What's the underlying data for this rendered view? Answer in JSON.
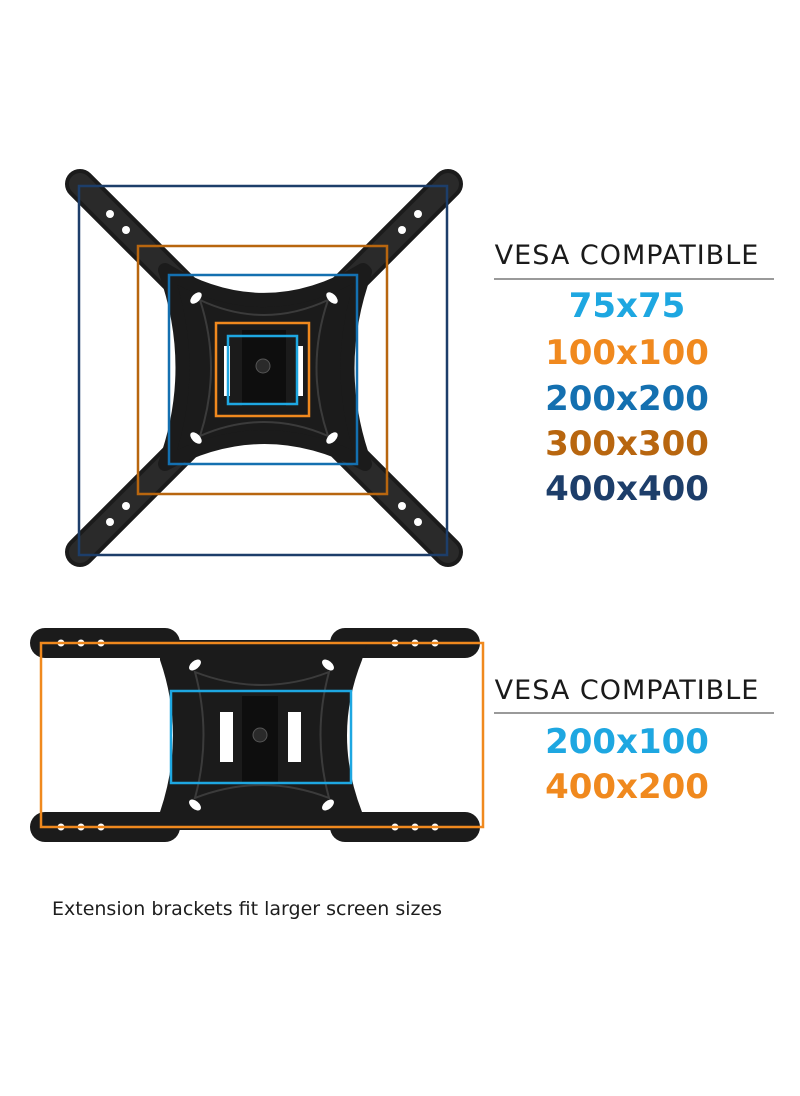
{
  "colors": {
    "vesa_75": "#1ea7e1",
    "vesa_100": "#f0891e",
    "vesa_200": "#1470b0",
    "vesa_300": "#b8660f",
    "vesa_400": "#1d3e6a",
    "mount_black": "#1b1b1b",
    "rule_gray": "#9a9a9a"
  },
  "section_square": {
    "heading": "VESA COMPATIBLE",
    "sizes": [
      {
        "label": "75x75",
        "color": "#1ea7e1"
      },
      {
        "label": "100x100",
        "color": "#f0891e"
      },
      {
        "label": "200x200",
        "color": "#1470b0"
      },
      {
        "label": "300x300",
        "color": "#b8660f"
      },
      {
        "label": "400x400",
        "color": "#1d3e6a"
      }
    ]
  },
  "section_wide": {
    "heading": "VESA COMPATIBLE",
    "sizes": [
      {
        "label": "200x100",
        "color": "#1ea7e1"
      },
      {
        "label": "400x200",
        "color": "#f0891e"
      }
    ]
  },
  "caption": "Extension brackets fit larger screen sizes"
}
